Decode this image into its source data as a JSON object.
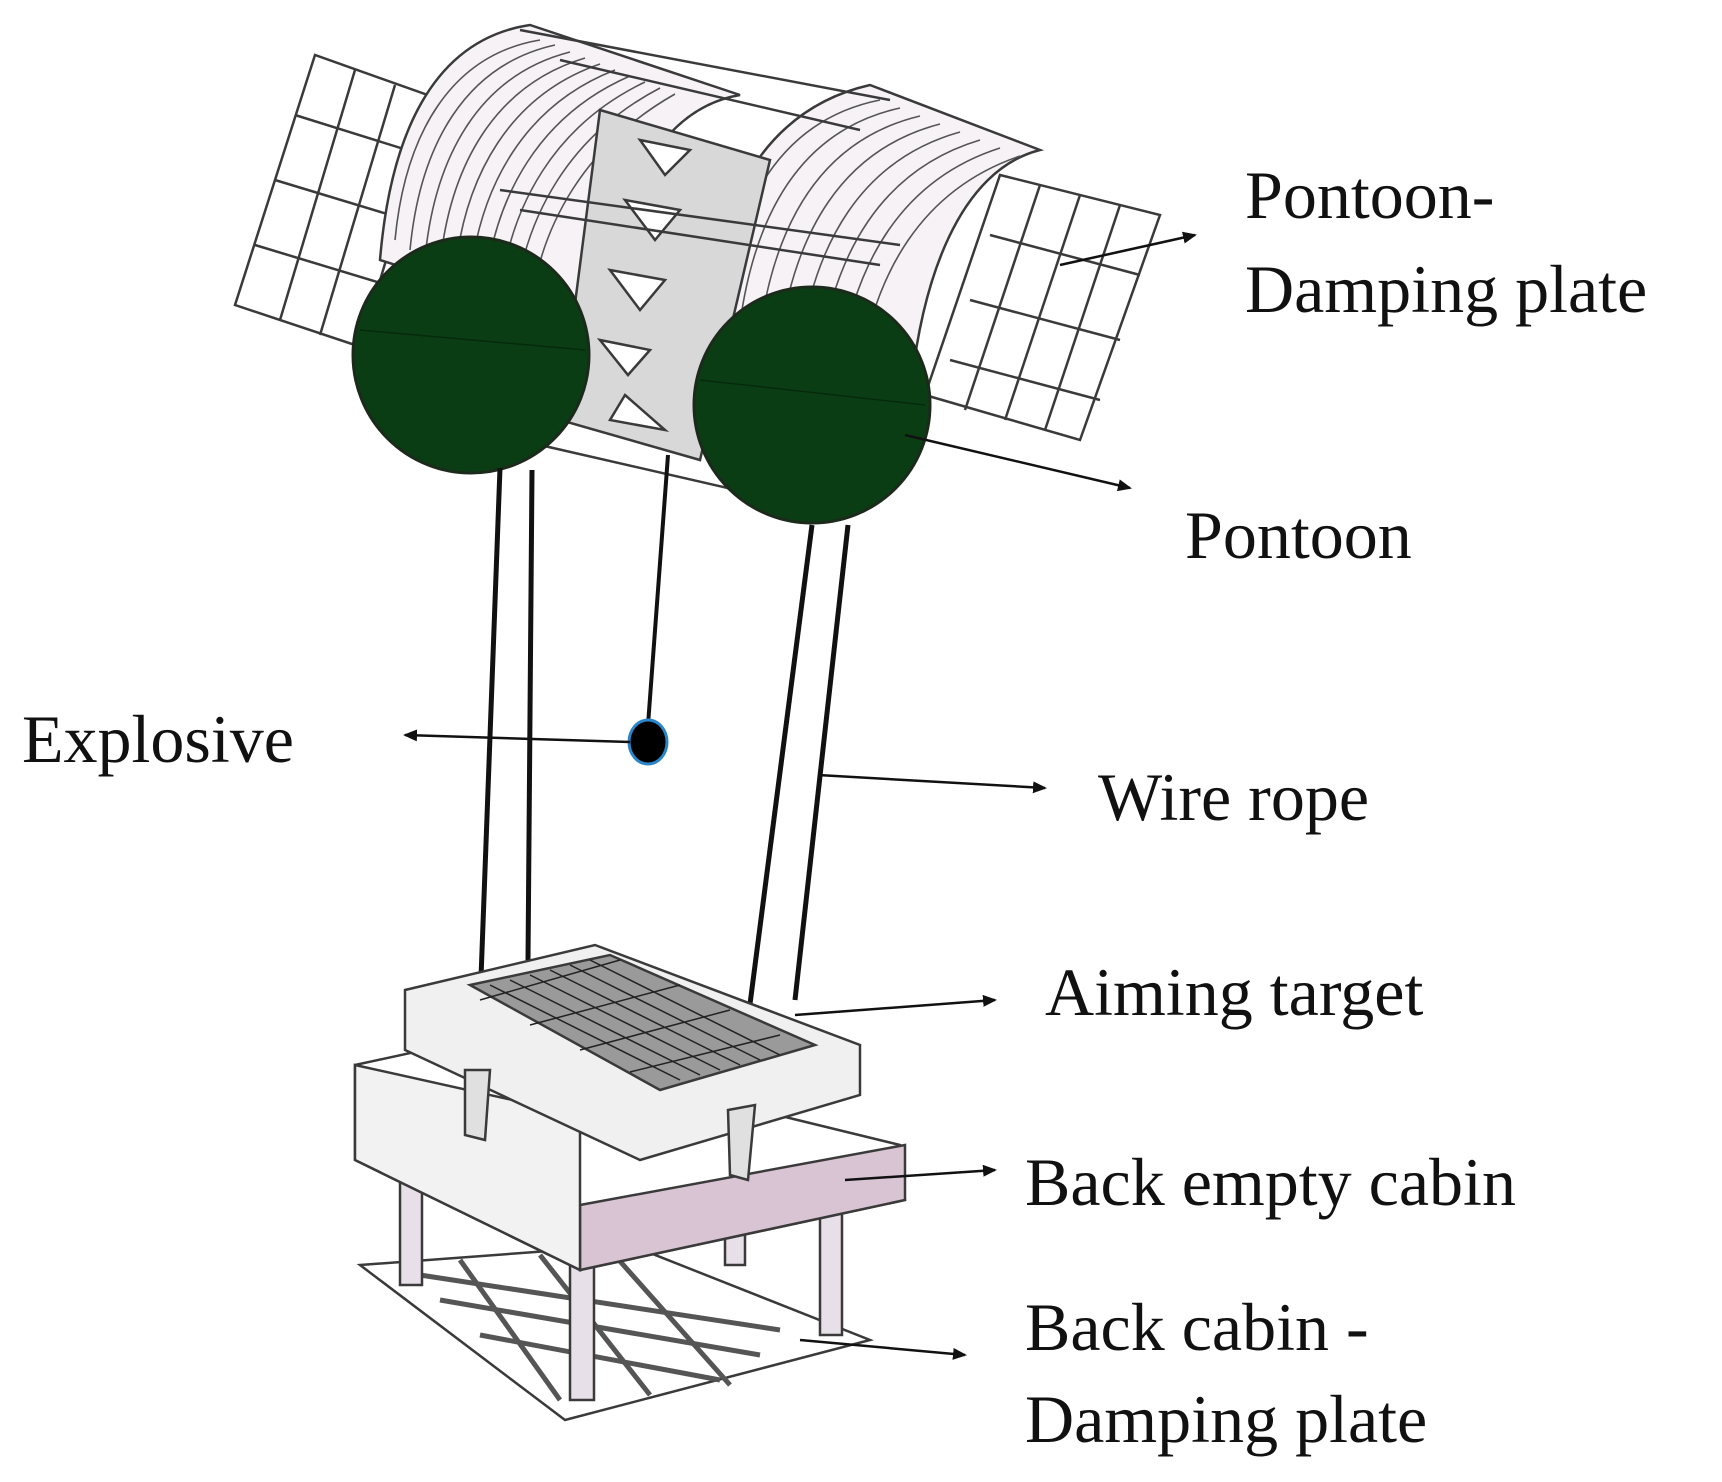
{
  "labels": {
    "pontoon_damping_plate_line1": "Pontoon-",
    "pontoon_damping_plate_line2": "Damping plate",
    "pontoon": "Pontoon",
    "explosive": "Explosive",
    "wire_rope": "Wire rope",
    "aiming_target": "Aiming target",
    "back_empty_cabin": "Back empty cabin",
    "back_cabin_damping_plate_line1": "Back cabin -",
    "back_cabin_damping_plate_line2": "Damping plate"
  },
  "colors": {
    "pontoon_fill": "#0b3d14",
    "pontoon_stroke": "#1c2a1c",
    "frame_stroke": "#3a3a3a",
    "cabin_pink": "#d9c4d4",
    "plate_grey": "#c9c9c9",
    "explosive_fill": "#000000",
    "explosive_outline": "#2a86c9"
  }
}
